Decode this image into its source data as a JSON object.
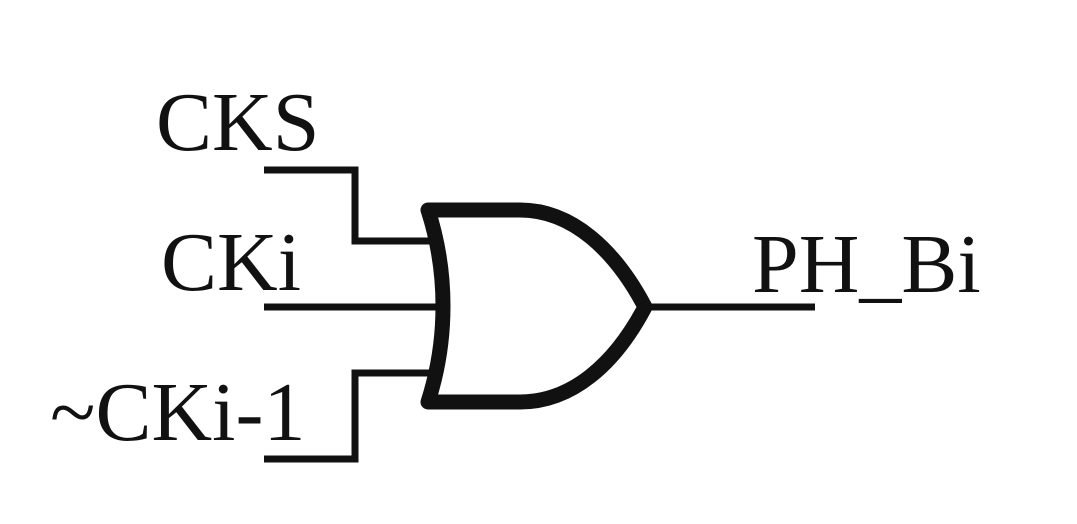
{
  "diagram": {
    "inputs": [
      {
        "label": "CKS"
      },
      {
        "label": "CKi"
      },
      {
        "label": "~CKi-1"
      }
    ],
    "output": {
      "label": "PH_Bi"
    },
    "gate": {
      "type": "OR"
    },
    "colors": {
      "stroke": "#111111",
      "background": "#ffffff"
    }
  }
}
